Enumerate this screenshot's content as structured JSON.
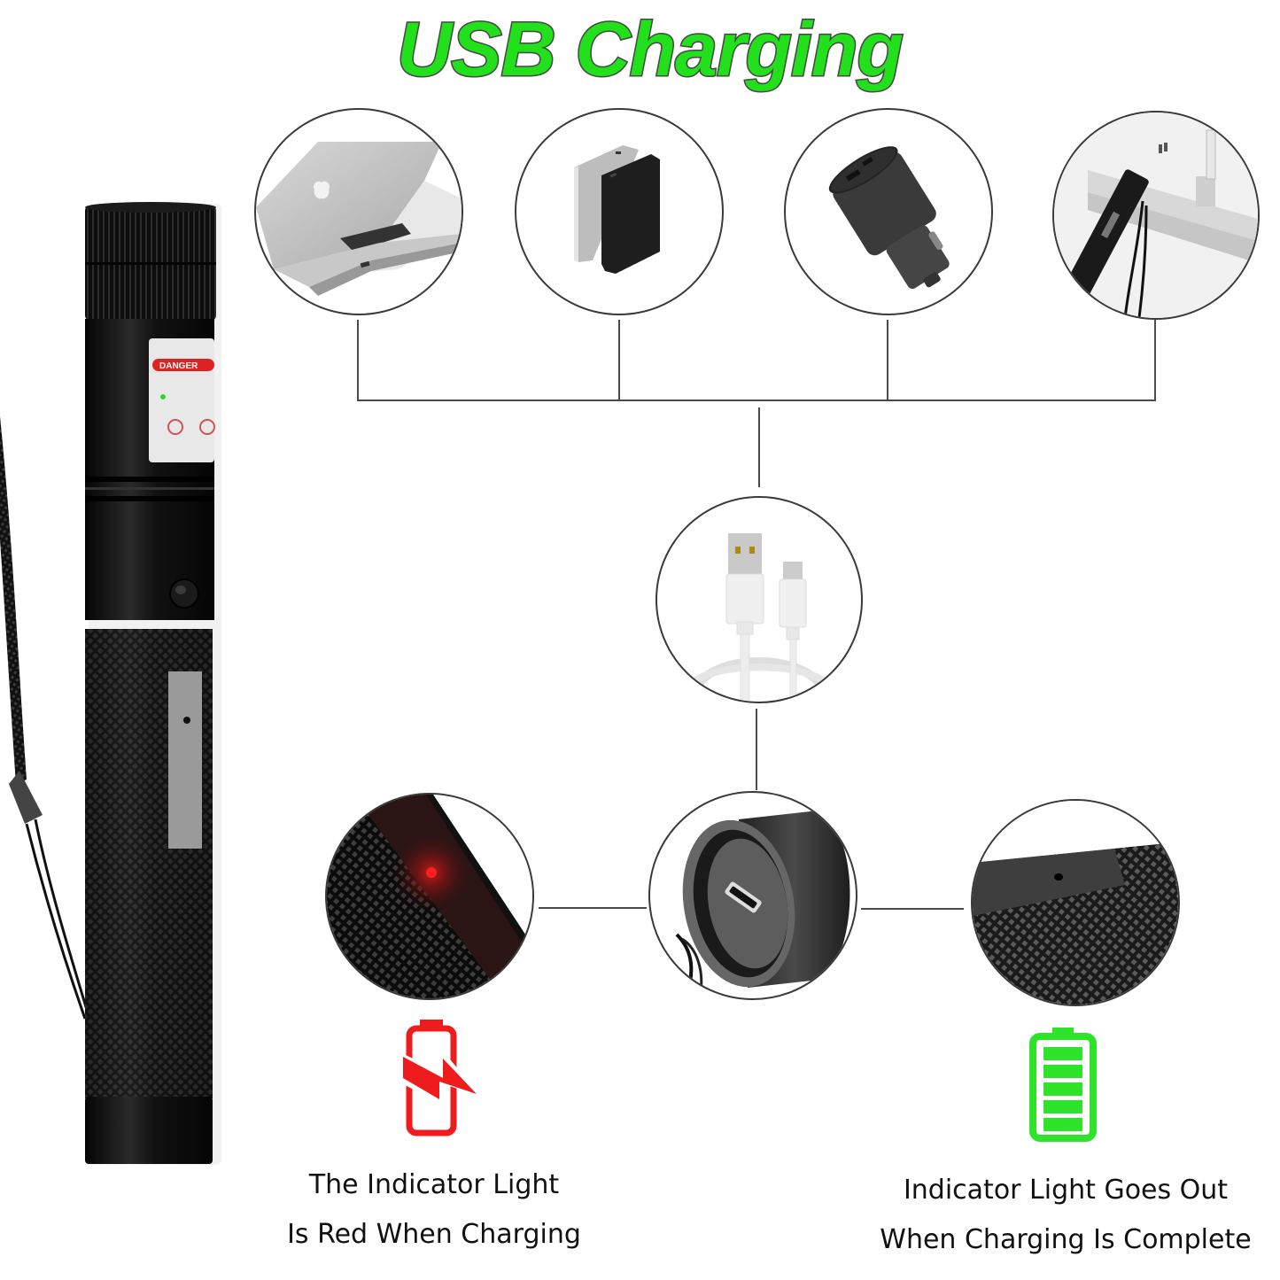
{
  "title": "USB Charging",
  "colors": {
    "title_fill": "#22e01c",
    "title_stroke": "#4a4a4a",
    "charging_icon": "#ee1c1c",
    "full_icon": "#2ee32a",
    "connector_line": "#4a4a4a",
    "circle_border": "#3a3a3a"
  },
  "sources": [
    {
      "name": "Laptop",
      "icon": "laptop-icon"
    },
    {
      "name": "Power Bank",
      "icon": "power-bank-icon"
    },
    {
      "name": "Car Charger",
      "icon": "car-charger-icon"
    },
    {
      "name": "Wall Outlet",
      "icon": "wall-outlet-icon"
    }
  ],
  "cable": {
    "name": "USB to Micro-USB Cable",
    "icon": "usb-cable-icon"
  },
  "ports": {
    "charging_closeup": {
      "name": "Red indicator light",
      "icon": "red-indicator-icon"
    },
    "micro_usb_port": {
      "name": "Micro-USB port",
      "icon": "micro-usb-port-icon"
    },
    "complete_closeup": {
      "name": "Indicator off",
      "icon": "indicator-off-icon"
    }
  },
  "product": {
    "name": "Laser pointer",
    "label_text": "DANGER"
  },
  "status": {
    "charging": {
      "icon": "battery-charging-icon",
      "line1": "The Indicator Light",
      "line2": "Is Red When Charging"
    },
    "complete": {
      "icon": "battery-full-icon",
      "line1": "Indicator Light Goes Out",
      "line2": "When Charging Is Complete"
    }
  }
}
